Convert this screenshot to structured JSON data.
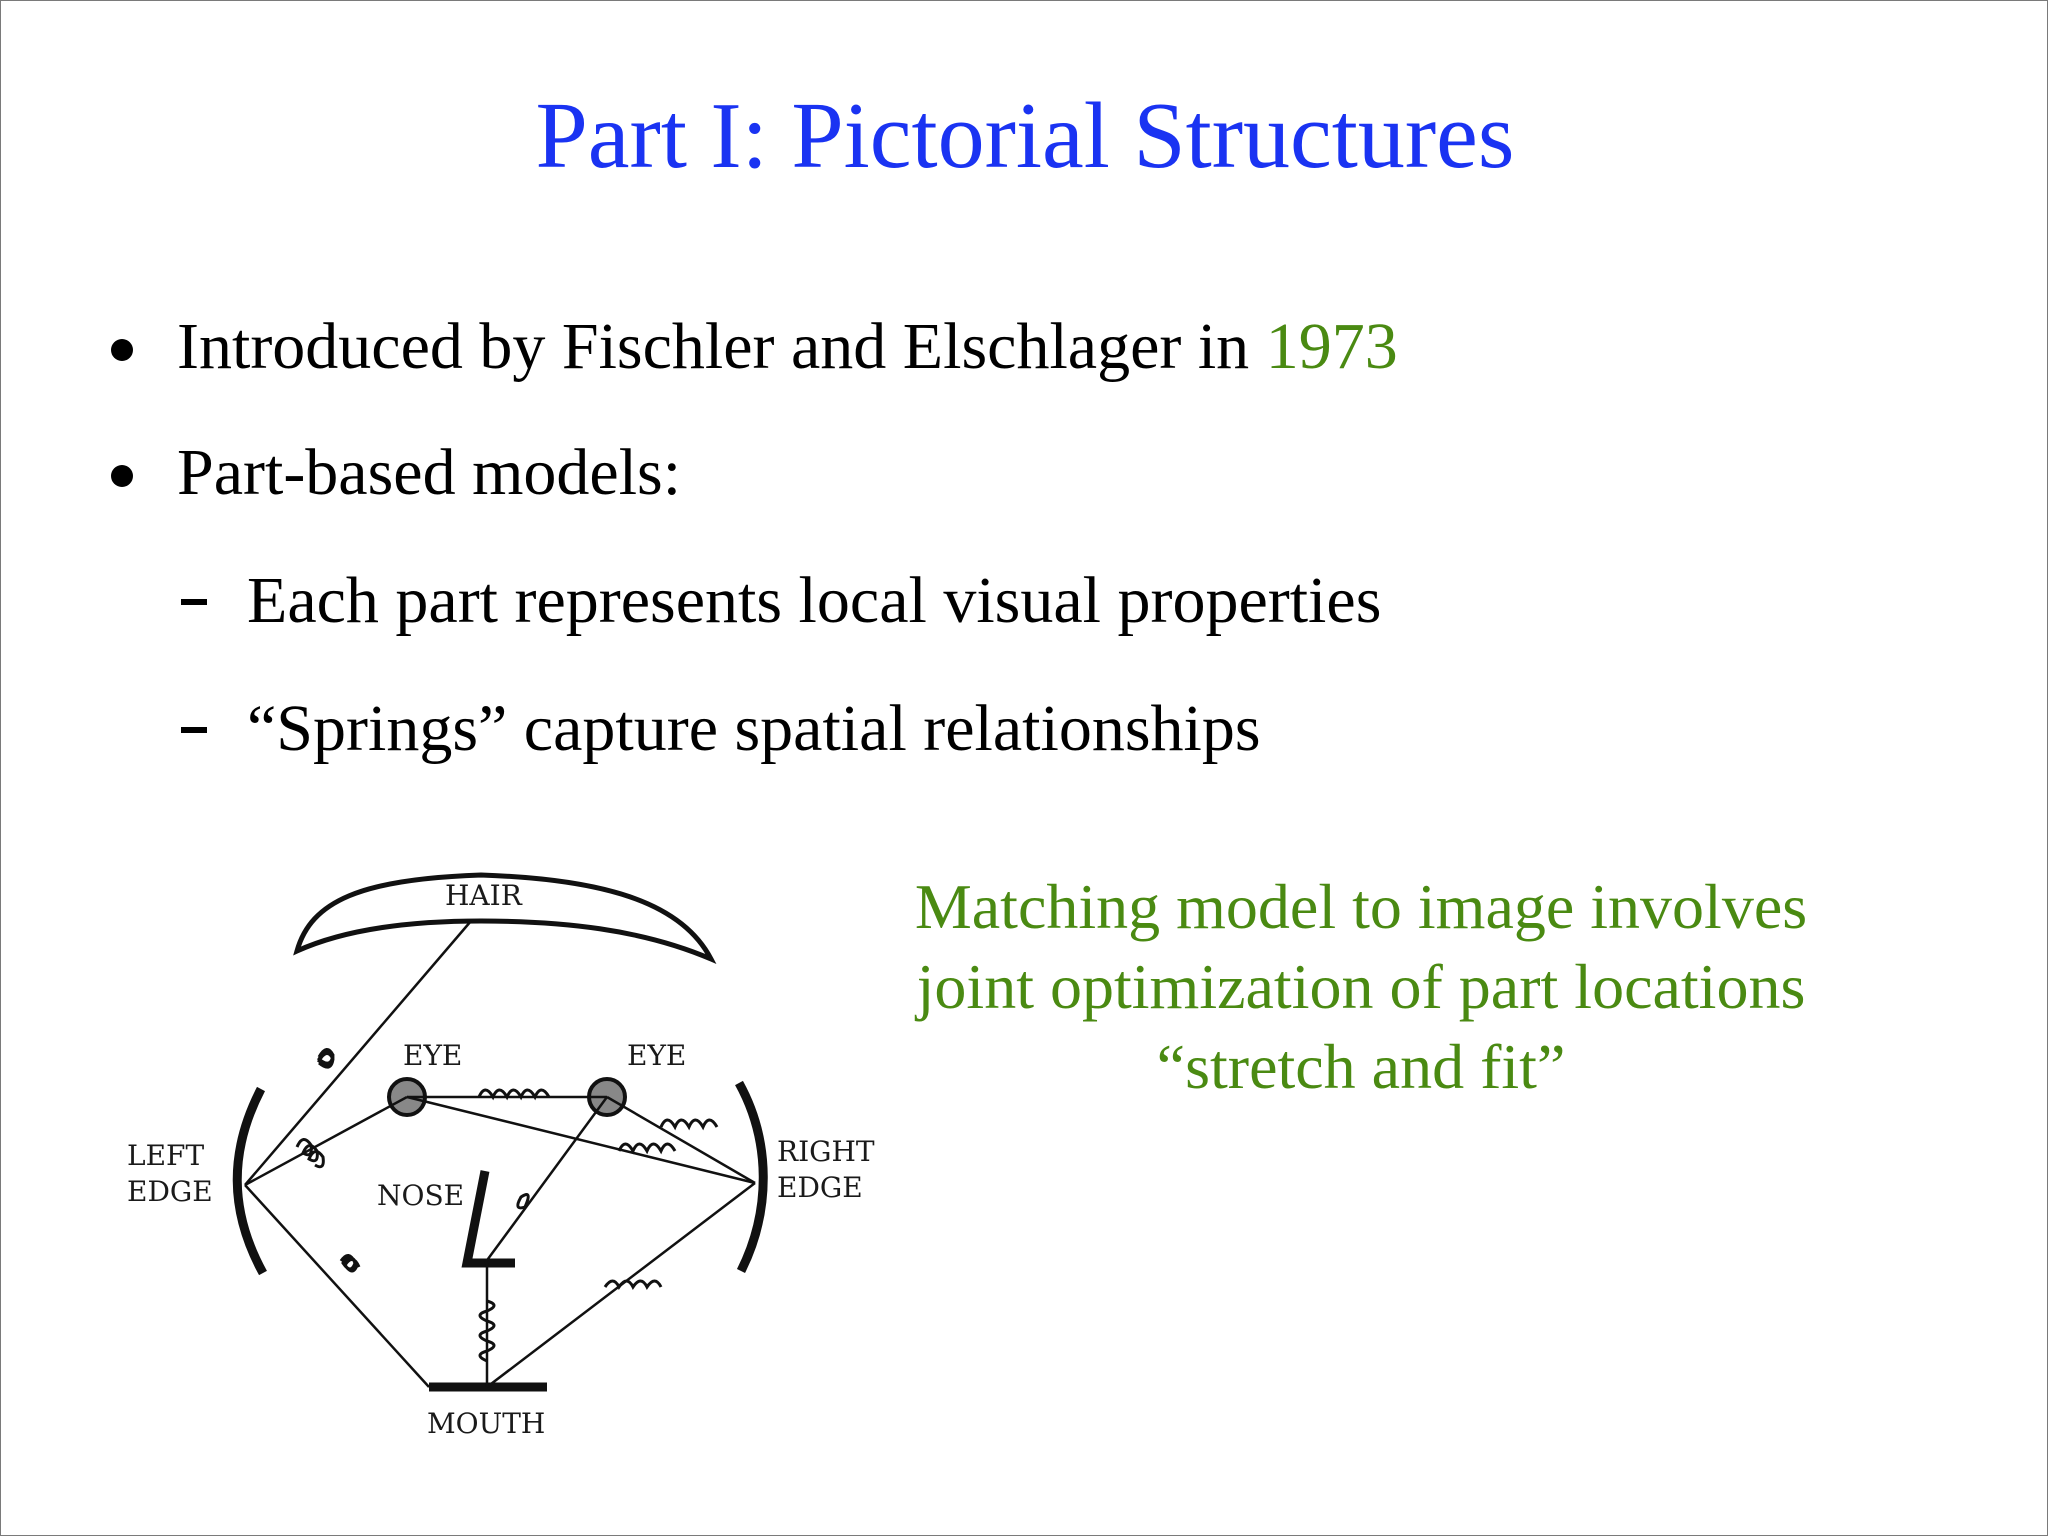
{
  "slide": {
    "title": "Part I: Pictorial Structures",
    "bullets": [
      {
        "text": "Introduced by Fischler and Elschlager in ",
        "highlight": "1973"
      },
      {
        "text": "Part-based models:"
      }
    ],
    "sub_bullets": [
      "Each part represents local visual properties",
      "“Springs” capture spatial relationships"
    ],
    "caption": [
      "Matching model to image involves",
      "joint optimization of part locations",
      "“stretch and fit”"
    ],
    "diagram_labels": {
      "hair": "HAIR",
      "eye_left": "EYE",
      "eye_right": "EYE",
      "left_edge": [
        "LEFT",
        "EDGE"
      ],
      "right_edge": [
        "RIGHT",
        "EDGE"
      ],
      "nose": "NOSE",
      "mouth": "MOUTH"
    },
    "colors": {
      "title": "#1a33f2",
      "highlight": "#4a8a12",
      "caption": "#4a8a12"
    }
  }
}
